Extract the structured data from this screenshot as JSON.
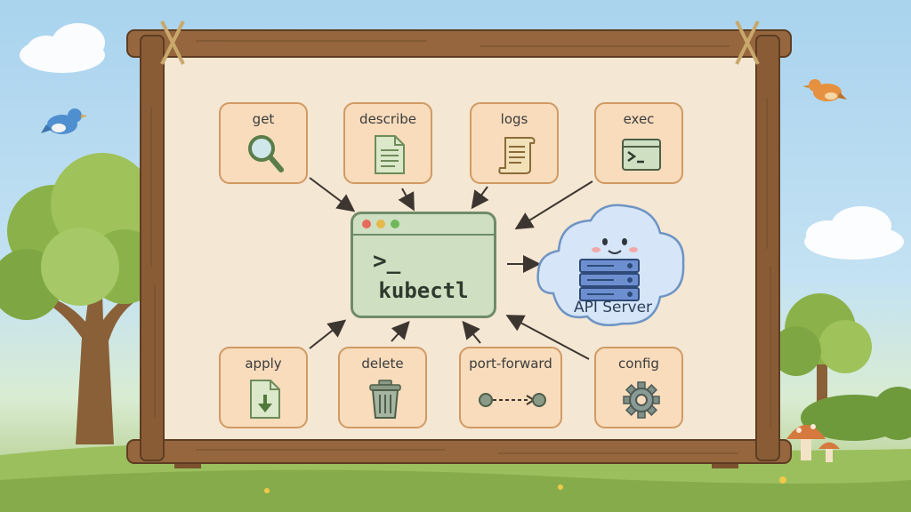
{
  "diagram": {
    "center": {
      "label": "kubectl",
      "prompt": ">_"
    },
    "server": {
      "label": "API Server"
    },
    "top_commands": [
      {
        "label": "get",
        "icon": "magnifier-icon"
      },
      {
        "label": "describe",
        "icon": "document-icon"
      },
      {
        "label": "logs",
        "icon": "scroll-icon"
      },
      {
        "label": "exec",
        "icon": "terminal-icon"
      }
    ],
    "bottom_commands": [
      {
        "label": "apply",
        "icon": "file-download-icon"
      },
      {
        "label": "delete",
        "icon": "trash-icon"
      },
      {
        "label": "port-forward",
        "icon": "dotted-link-icon"
      },
      {
        "label": "config",
        "icon": "gear-icon"
      }
    ]
  },
  "colors": {
    "box_fill": "#f8dcbc",
    "box_border": "#d19a63",
    "terminal_fill": "#cfe0c2",
    "terminal_border": "#6f8b6a",
    "cloud_fill": "#d6e6f8",
    "frame_wood": "#8a5c36"
  }
}
